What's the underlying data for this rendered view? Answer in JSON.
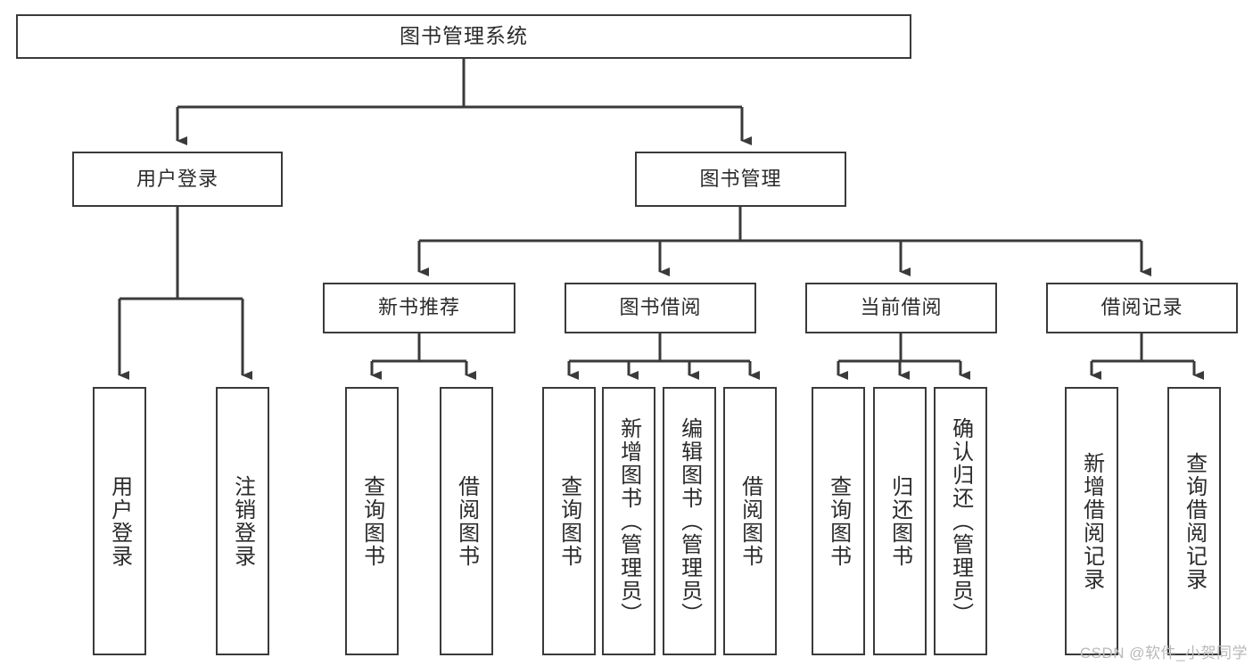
{
  "diagram": {
    "title": "图书管理系统",
    "type": "tree-hierarchy",
    "colors": {
      "box_border": "#3a3a3a",
      "box_fill": "#ffffff",
      "connector": "#3a3a3a",
      "text": "#2b2b2b",
      "watermark": "#b9b9b9"
    },
    "nodes": {
      "root": {
        "label": "图书管理系统"
      },
      "level2": [
        {
          "id": "user-login",
          "label": "用户登录"
        },
        {
          "id": "book-manage",
          "label": "图书管理"
        }
      ],
      "level3": [
        {
          "id": "new-book-recommend",
          "label": "新书推荐"
        },
        {
          "id": "book-borrow",
          "label": "图书借阅"
        },
        {
          "id": "current-borrow",
          "label": "当前借阅"
        },
        {
          "id": "borrow-record",
          "label": "借阅记录"
        }
      ],
      "leaves": {
        "user_login": [
          {
            "id": "leaf-user-login",
            "label": "用户登录"
          },
          {
            "id": "leaf-logout-login",
            "label": "注销登录"
          }
        ],
        "new_book_recommend": [
          {
            "id": "leaf-query-book-1",
            "label": "查询图书"
          },
          {
            "id": "leaf-borrow-book-1",
            "label": "借阅图书"
          }
        ],
        "book_borrow": [
          {
            "id": "leaf-query-book-2",
            "label": "查询图书"
          },
          {
            "id": "leaf-add-book",
            "label": "新增图书（管理员）"
          },
          {
            "id": "leaf-edit-book",
            "label": "编辑图书（管理员）"
          },
          {
            "id": "leaf-borrow-book-2",
            "label": "借阅图书"
          }
        ],
        "current_borrow": [
          {
            "id": "leaf-query-book-3",
            "label": "查询图书"
          },
          {
            "id": "leaf-return-book",
            "label": "归还图书"
          },
          {
            "id": "leaf-confirm-return",
            "label": "确认归还（管理员）"
          }
        ],
        "borrow_record": [
          {
            "id": "leaf-add-record",
            "label": "新增借阅记录"
          },
          {
            "id": "leaf-query-record",
            "label": "查询借阅记录"
          }
        ]
      }
    },
    "watermark": "CSDN @软件_小贺同学"
  }
}
